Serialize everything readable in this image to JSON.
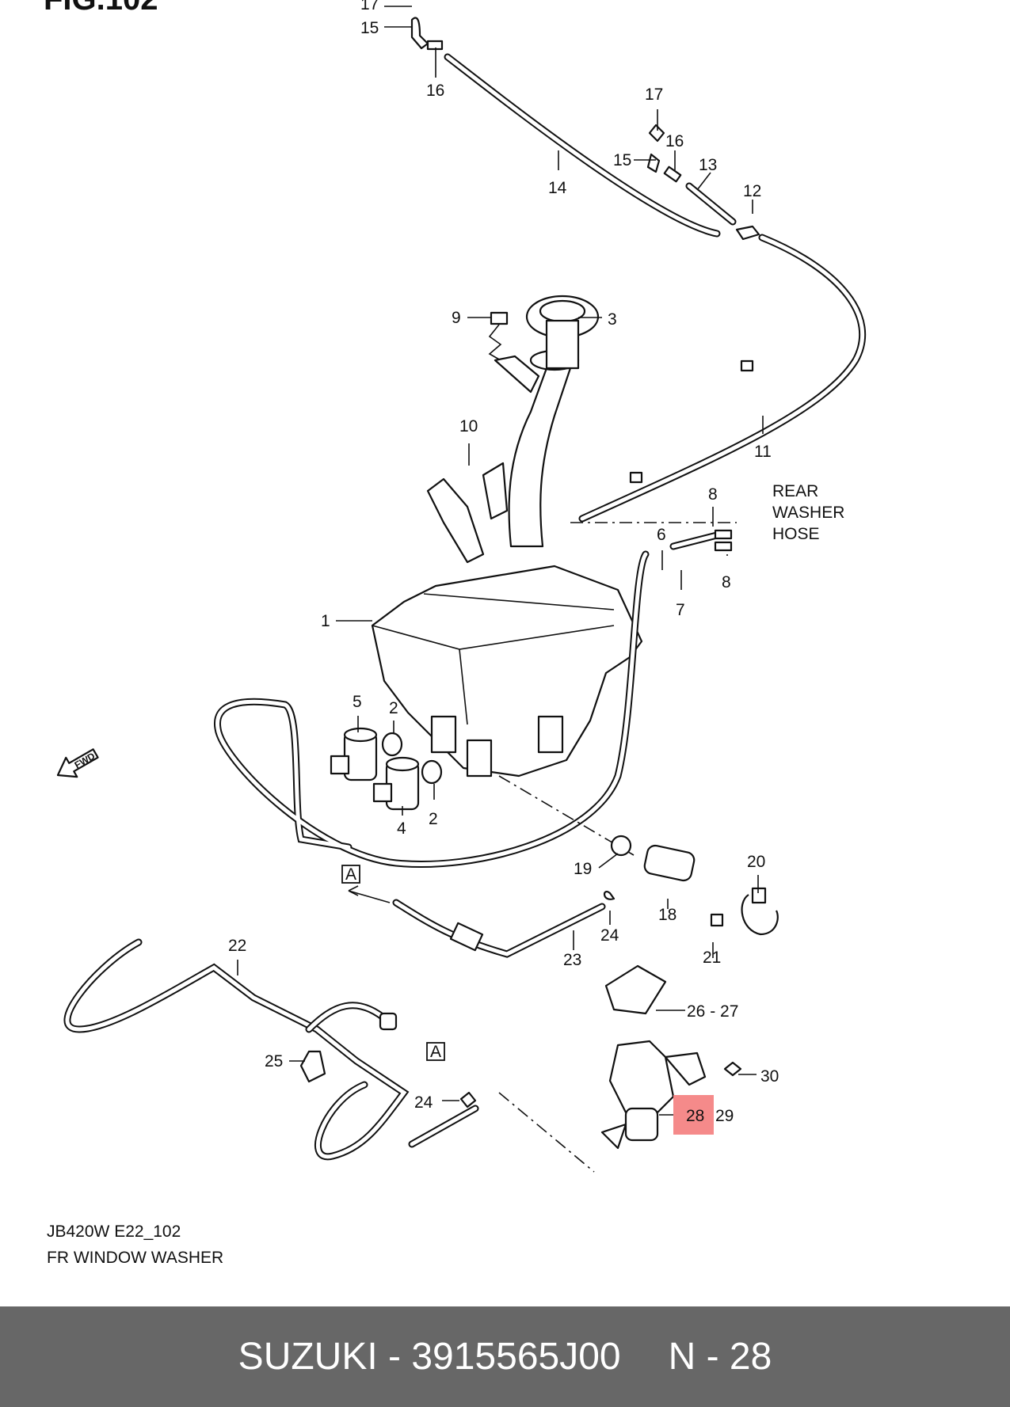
{
  "figure": {
    "heading": "FIG.102",
    "code": "JB420W E22_102",
    "caption": "FR WINDOW WASHER",
    "fwd": "FWD",
    "ref_a_1": "A",
    "ref_a_2": "A",
    "rear_line_1": "REAR",
    "rear_line_2": "WASHER",
    "rear_line_3": "HOSE"
  },
  "callouts": {
    "c17a": "17",
    "c15a": "15",
    "c16a": "16",
    "c17b": "17",
    "c16b": "16",
    "c15b": "15",
    "c13": "13",
    "c14": "14",
    "c12": "12",
    "c9": "9",
    "c3": "3",
    "c10": "10",
    "c11": "11",
    "c8a": "8",
    "c6": "6",
    "c8b": "8",
    "c7": "7",
    "c1": "1",
    "c5": "5",
    "c2a": "2",
    "c4": "4",
    "c2b": "2",
    "c19": "19",
    "c20": "20",
    "c18": "18",
    "c24a": "24",
    "c23": "23",
    "c21": "21",
    "c22": "22",
    "c26_27": "26 - 27",
    "c25": "25",
    "c30": "30",
    "c24b": "24",
    "c28": "28",
    "c29": "29"
  },
  "highlight": {
    "part": "28",
    "color": "#f58a8a"
  },
  "footer": {
    "brand": "SUZUKI - 3915565J00",
    "page": "N - 28"
  }
}
